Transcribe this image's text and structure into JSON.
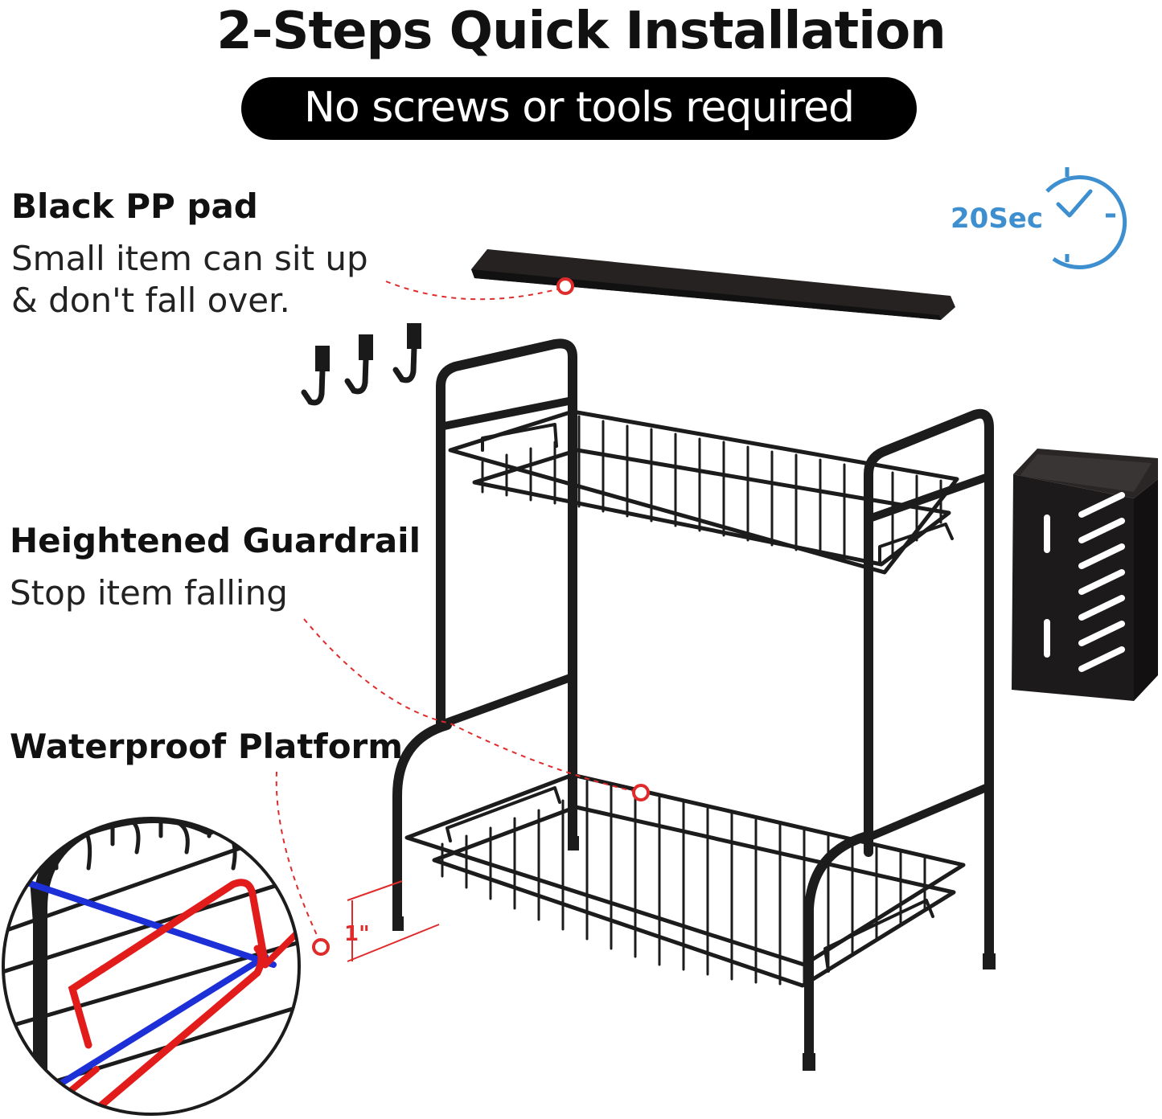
{
  "header": {
    "title": "2-Steps Quick Installation",
    "subtitle": "No screws or tools required"
  },
  "timer": {
    "text": "20Sec",
    "color": "#3d8fcf"
  },
  "features": [
    {
      "title": "Black PP pad",
      "desc_lines": [
        "Small item can sit up",
        "& don't fall over."
      ]
    },
    {
      "title": "Heightened Guardrail",
      "desc_lines": [
        "Stop item falling"
      ]
    },
    {
      "title": "Waterproof Platform",
      "desc_lines": []
    }
  ],
  "dimension": {
    "text": "1\""
  },
  "colors": {
    "rack": "#1a1a1a",
    "callout": "#e02b2b",
    "highlight_red": "#e21b1b",
    "highlight_blue": "#1d2fd6"
  },
  "icons": [
    "clock-icon",
    "hook-icon",
    "utensil-holder",
    "pp-pad",
    "rack-illustration",
    "zoom-detail"
  ]
}
